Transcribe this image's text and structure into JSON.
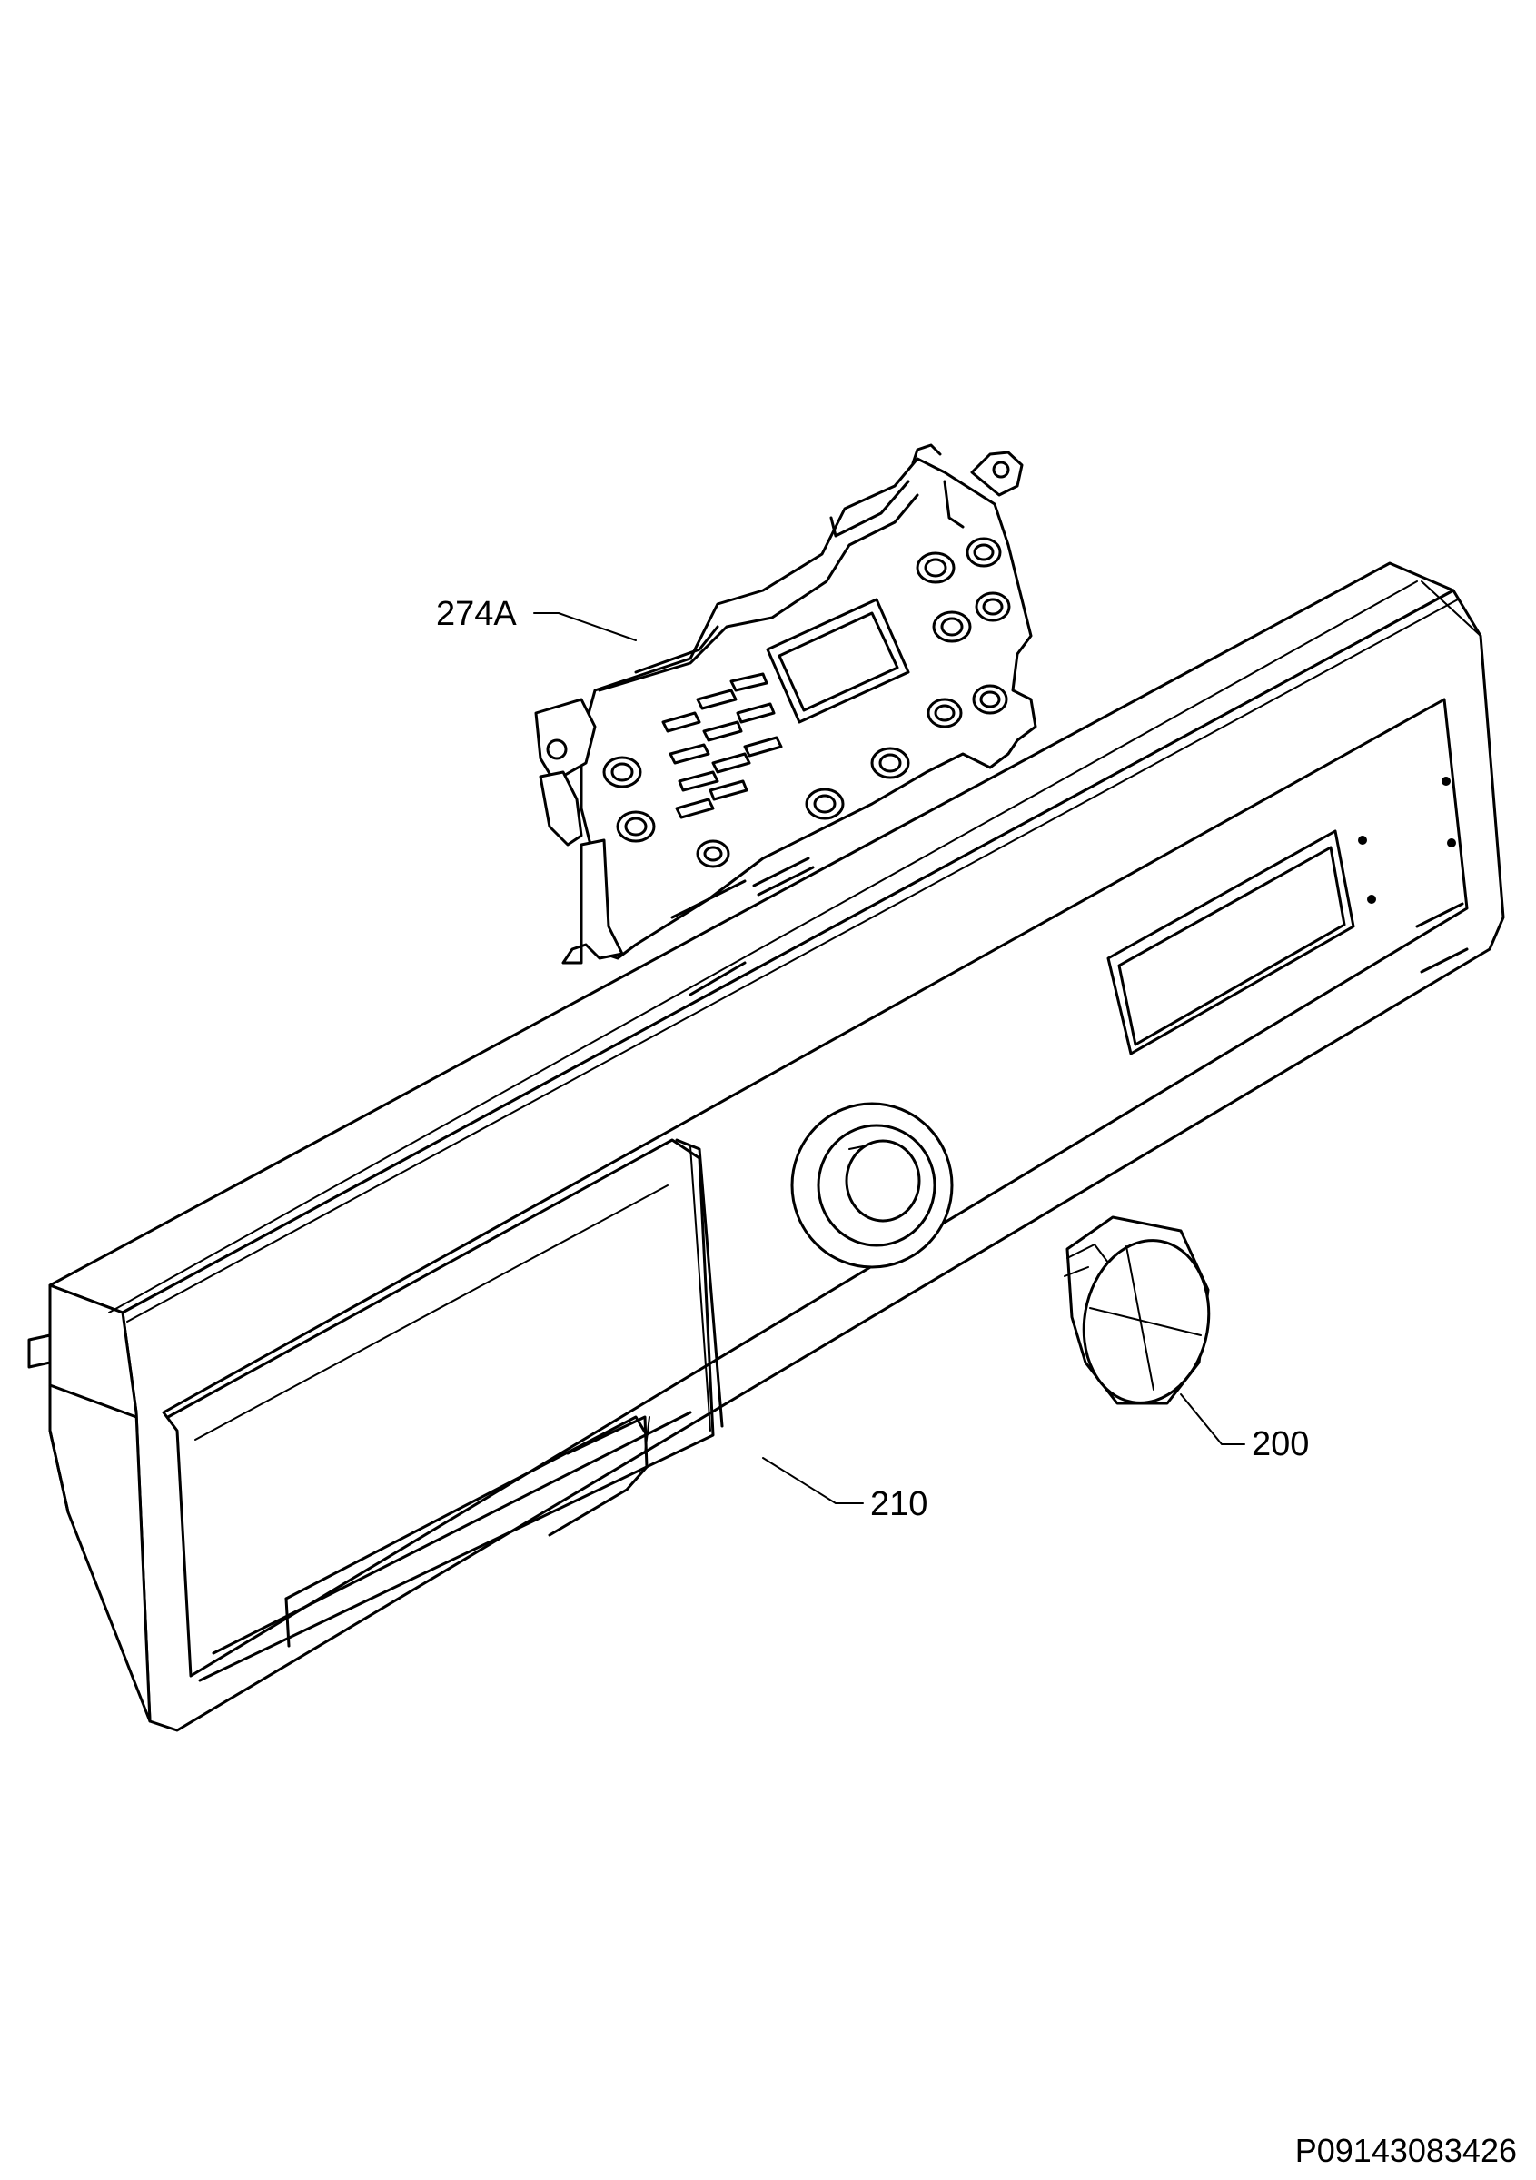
{
  "callouts": {
    "part_274A": "274A",
    "part_210": "210",
    "part_200": "200"
  },
  "reference_code": "P09143083426"
}
